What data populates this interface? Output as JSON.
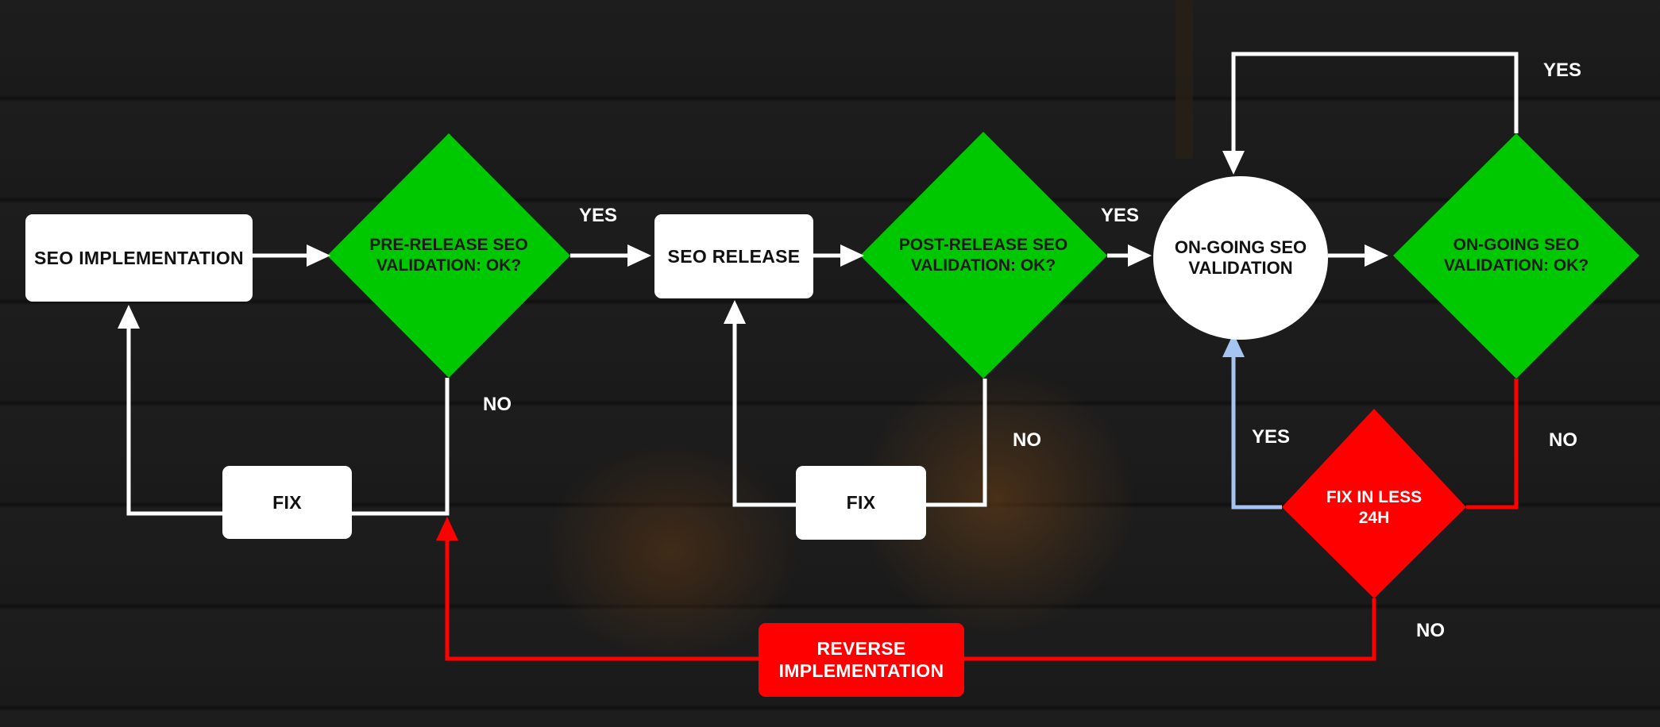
{
  "nodes": {
    "seo_implementation": "SEO IMPLEMENTATION",
    "pre_release_check": "PRE-RELEASE SEO VALIDATION: OK?",
    "seo_release": "SEO RELEASE",
    "post_release_check": "POST-RELEASE SEO VALIDATION: OK?",
    "ongoing_validation": "ON-GOING SEO VALIDATION",
    "ongoing_check": "ON-GOING SEO VALIDATION: OK?",
    "fix_1": "FIX",
    "fix_2": "FIX",
    "fix_in_less_24h": "FIX IN LESS 24H",
    "reverse_implementation": "REVERSE IMPLEMENTATION"
  },
  "edge_labels": {
    "pre_yes": "YES",
    "pre_no": "NO",
    "post_yes": "YES",
    "post_no": "NO",
    "ongoing_yes": "YES",
    "ongoing_no": "NO",
    "fix24_yes": "YES",
    "fix24_no": "NO"
  },
  "colors": {
    "decision_green": "#00c800",
    "alert_red": "#ff0000",
    "process_white": "#ffffff",
    "yes_return_blue": "#a6c4f0"
  }
}
